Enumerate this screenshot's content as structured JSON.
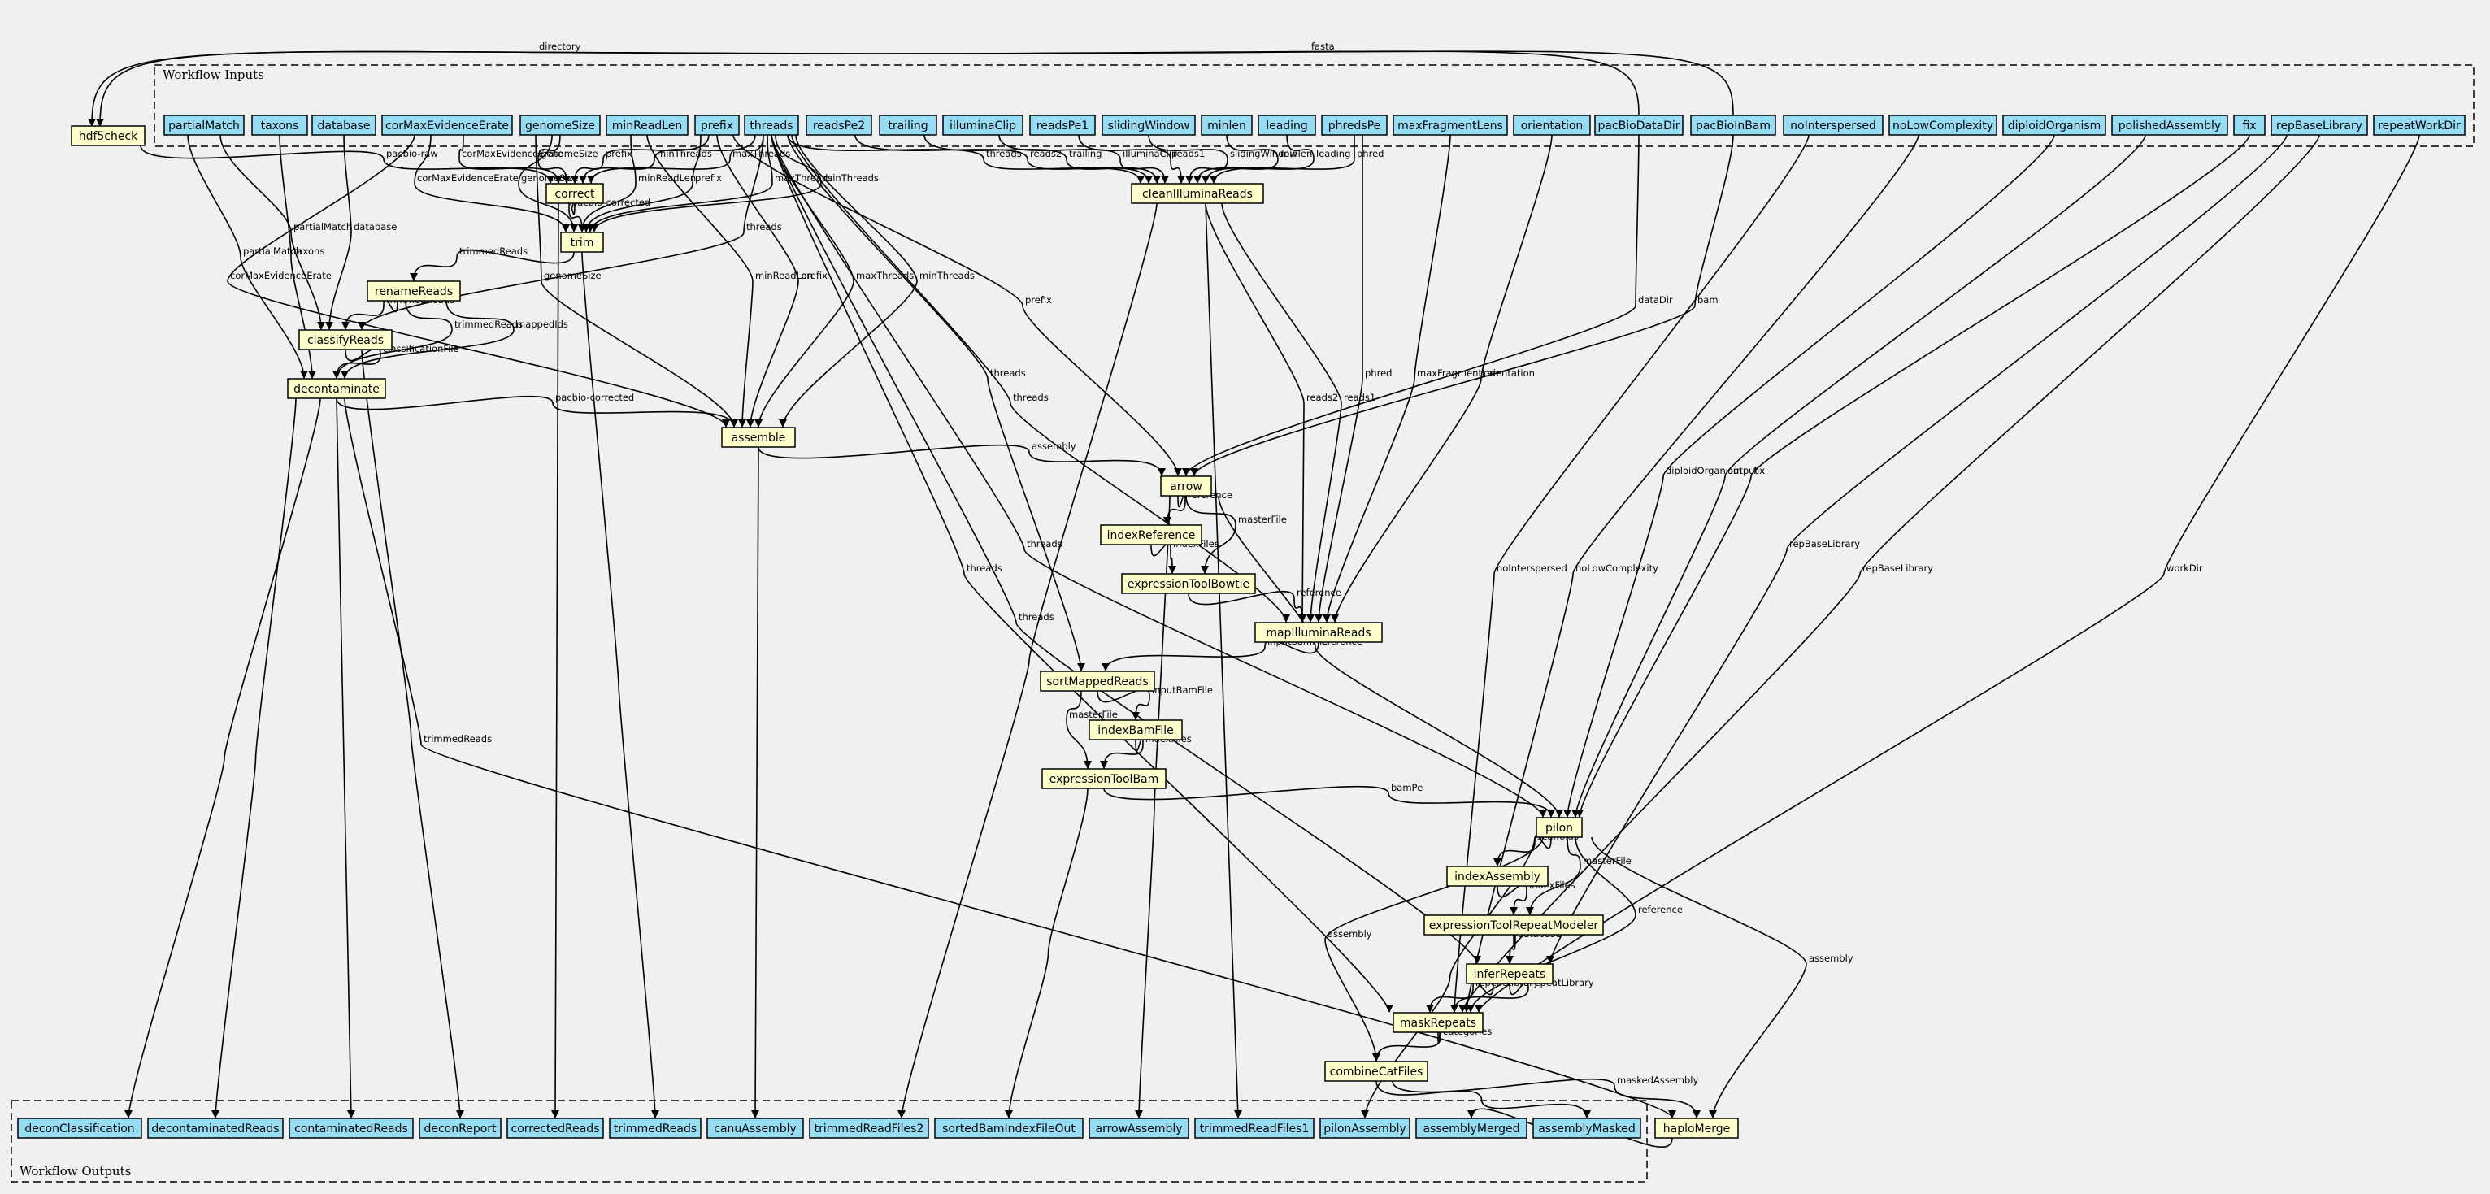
{
  "clusters": {
    "inputs_label": "Workflow Inputs",
    "outputs_label": "Workflow Outputs"
  },
  "colors": {
    "background": "#f0f0f0",
    "input_fill": "#94ddf4",
    "step_fill": "#ffffcc",
    "edge": "#000000"
  },
  "inputs": [
    "partialMatch",
    "taxons",
    "database",
    "corMaxEvidenceErate",
    "genomeSize",
    "minReadLen",
    "prefix",
    "threads",
    "readsPe2",
    "trailing",
    "illuminaClip",
    "readsPe1",
    "slidingWindow",
    "minlen",
    "leading",
    "phredsPe",
    "maxFragmentLens",
    "orientation",
    "pacBioDataDir",
    "pacBioInBam",
    "noInterspersed",
    "noLowComplexity",
    "diploidOrganism",
    "polishedAssembly",
    "fix",
    "repBaseLibrary",
    "repeatWorkDir"
  ],
  "steps": [
    "hdf5check",
    "correct",
    "cleanIlluminaReads",
    "trim",
    "renameReads",
    "classifyReads",
    "decontaminate",
    "assemble",
    "arrow",
    "indexReference",
    "expressionToolBowtie",
    "mapIlluminaReads",
    "sortMappedReads",
    "indexBamFile",
    "expressionToolBam",
    "pilon",
    "indexAssembly",
    "expressionToolRepeatModeler",
    "inferRepeats",
    "maskRepeats",
    "combineCatFiles",
    "haploMerge"
  ],
  "outputs": [
    "deconClassification",
    "decontaminatedReads",
    "contaminatedReads",
    "deconReport",
    "correctedReads",
    "trimmedReads",
    "canuAssembly",
    "trimmedReadFiles2",
    "sortedBamIndexFileOut",
    "arrowAssembly",
    "trimmedReadFiles1",
    "pilonAssembly",
    "assemblyMerged",
    "assemblyMasked"
  ],
  "edge_labels": [
    "directory",
    "fasta",
    "pacbio-raw",
    "corMaxEvidenceErate",
    "genomeSize",
    "prefix",
    "minThreads",
    "maxThreads",
    "threads",
    "reads2",
    "trailing",
    "illuminaClip",
    "reads1",
    "slidingWindow",
    "minlen",
    "leading",
    "phred",
    "corMaxEvidenceErate",
    "genomeSize",
    "minReadLen",
    "prefix",
    "maxThreads",
    "minThreads",
    "pacbio-corrected",
    "partialMatch",
    "database",
    "threads",
    "trimmedReads",
    "partialMatch",
    "taxons",
    "corMaxEvidenceErate",
    "trimmedReads",
    "trimmedReads",
    "mappedIds",
    "classificationFile",
    "genomeSize",
    "minReadLen",
    "prefix",
    "maxThreads",
    "minThreads",
    "prefix",
    "threads",
    "threads",
    "dataDir",
    "bam",
    "phred",
    "maxFragmentLen",
    "orientation",
    "reads2",
    "reads1",
    "diploidOrganism",
    "output",
    "fix",
    "repBaseLibrary",
    "repBaseLibrary",
    "workDir",
    "pacbio-corrected",
    "assembly",
    "reference",
    "masterFile",
    "indexFiles",
    "reference",
    "threads",
    "threads",
    "threads",
    "noInterspersed",
    "noLowComplexity",
    "inputSamFile",
    "reference",
    "inputBamFile",
    "masterFile",
    "indexFiles",
    "trimmedReads",
    "bamPe",
    "scaffolds",
    "masterFile",
    "indexFiles",
    "database",
    "reference",
    "assembly",
    "repeatLibrary",
    "repeatLibrary",
    "categories",
    "maskedAssembly",
    "assembly"
  ]
}
